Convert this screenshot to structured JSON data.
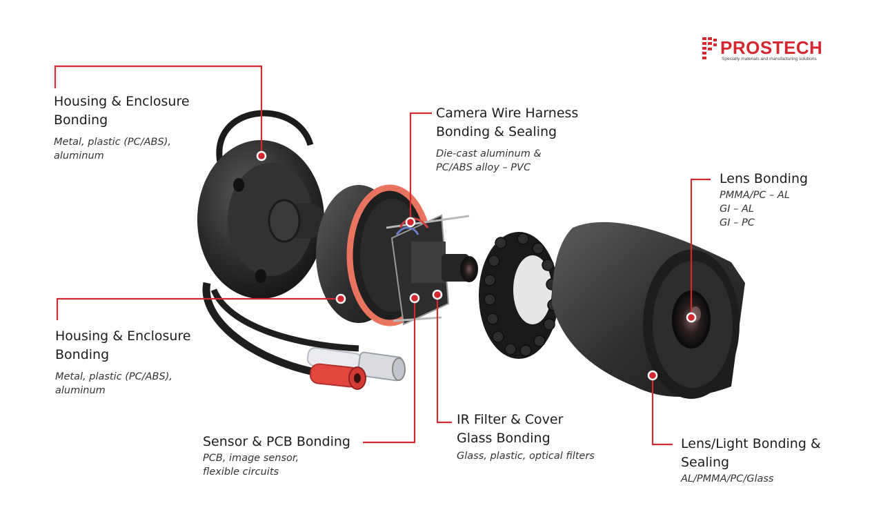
{
  "brand": {
    "name": "PROSTECH",
    "tagline": "Specialty materials and manufacturing solutions",
    "accent": "#d3282f"
  },
  "callouts": {
    "housing_top": {
      "title": "Housing & Enclosure\nBonding",
      "materials": "Metal, plastic (PC/ABS),\naluminum"
    },
    "wire_harness": {
      "title": "Camera Wire Harness\nBonding & Sealing",
      "materials": "Die-cast aluminum &\nPC/ABS alloy – PVC"
    },
    "lens": {
      "title": "Lens Bonding",
      "materials": "PMMA/PC – AL\nGI – AL\nGI – PC"
    },
    "housing_bottom": {
      "title": "Housing & Enclosure\nBonding",
      "materials": "Metal, plastic (PC/ABS),\naluminum"
    },
    "sensor_pcb": {
      "title": "Sensor & PCB Bonding",
      "materials": "PCB, image sensor,\nflexible circuits"
    },
    "ir_filter": {
      "title": "IR Filter & Cover\nGlass Bonding",
      "materials": "Glass, plastic, optical filters"
    },
    "lens_light": {
      "title": "Lens/Light Bonding &\nSealing",
      "materials": "AL/PMMA/PC/Glass"
    }
  }
}
